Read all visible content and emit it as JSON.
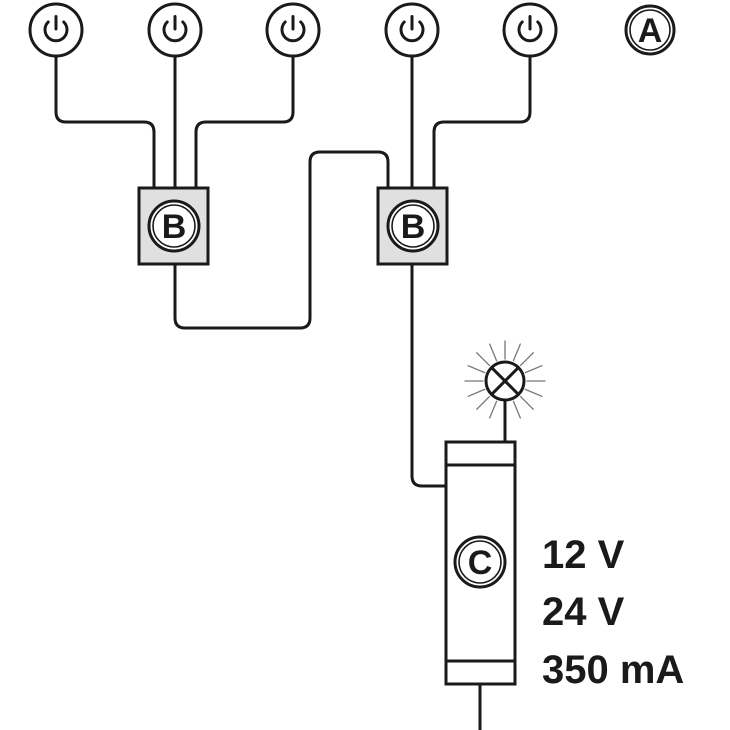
{
  "labels": {
    "switches": "A",
    "junction": "B",
    "driver": "C"
  },
  "specs": [
    "12 V",
    "24 V",
    "350 mA"
  ],
  "icons": {
    "switch": "power-icon",
    "lamp": "lamp-icon"
  },
  "colors": {
    "line": "#1a1a1a",
    "box_fill": "#e0e0e0",
    "glow": "#777777"
  }
}
